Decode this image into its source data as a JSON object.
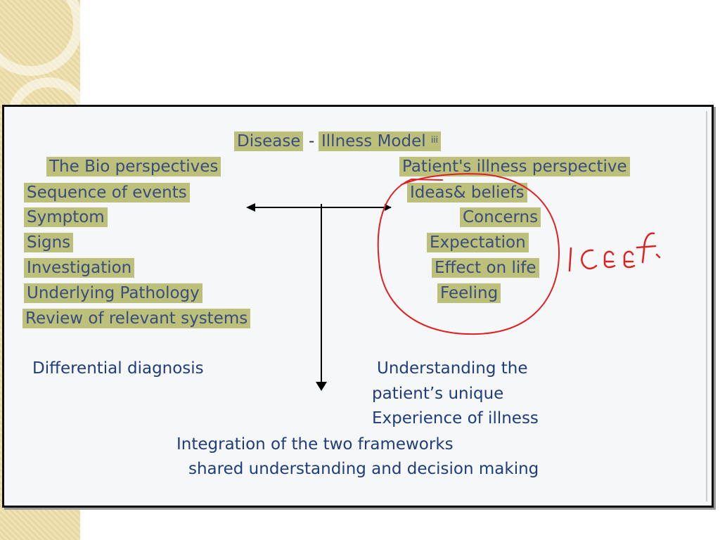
{
  "title": {
    "disease": "Disease",
    "dash": "-",
    "illness_model": "Illness Model",
    "superscript": "iii"
  },
  "left": {
    "header": "The Bio perspectives",
    "items": [
      "Sequence of events",
      "Symptom",
      "Signs",
      "Investigation",
      "Underlying Pathology",
      "Review of relevant systems"
    ],
    "outcome": "Differential diagnosis"
  },
  "right": {
    "header": "Patient's illness perspective",
    "items": [
      "Ideas& beliefs",
      "Concerns",
      "Expectation",
      "Effect on life",
      "Feeling"
    ],
    "outcome_lines": [
      "Understanding the",
      "patient’s unique",
      "Experience of illness"
    ]
  },
  "integration": {
    "line1": "Integration of the two frameworks",
    "line2": "shared understanding and decision making"
  },
  "handwritten_note": "ICEEF",
  "colors": {
    "highlight": "#bcc07a",
    "text": "#1f3a6e",
    "circle": "#e02020",
    "frame": "#101010"
  }
}
